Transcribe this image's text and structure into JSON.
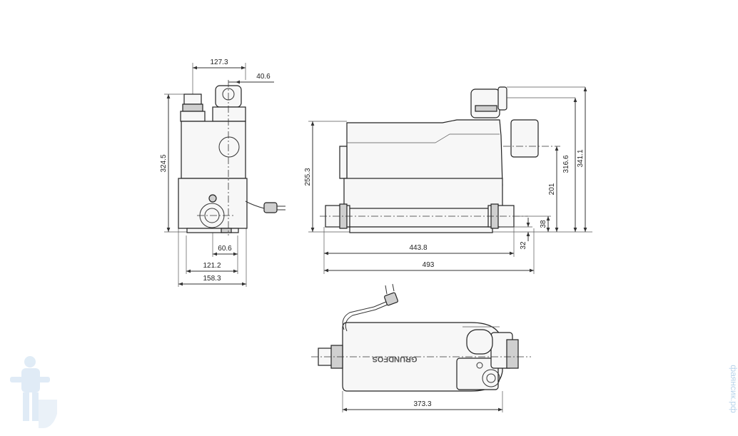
{
  "front_view": {
    "dim_width_top": "127.3",
    "dim_offset_top": "40.6",
    "dim_height": "324.5",
    "dim_outlet_offset": "60.6",
    "dim_base_inner": "121.2",
    "dim_base_total": "158.3"
  },
  "side_view": {
    "dim_height_body": "255.3",
    "dim_height_total": "341.1",
    "dim_height_outlet": "316.6",
    "dim_height_inlet": "201",
    "dim_height_low_inlet": "38",
    "dim_base_height": "32",
    "dim_length_inner": "443.8",
    "dim_length_total": "493"
  },
  "top_view": {
    "dim_length": "373.3",
    "brand_logo_text": "GRUNDFOS"
  },
  "watermark": {
    "side_text": "фаянсик.рф",
    "mascot_icon": "plumber-mascot-icon"
  }
}
